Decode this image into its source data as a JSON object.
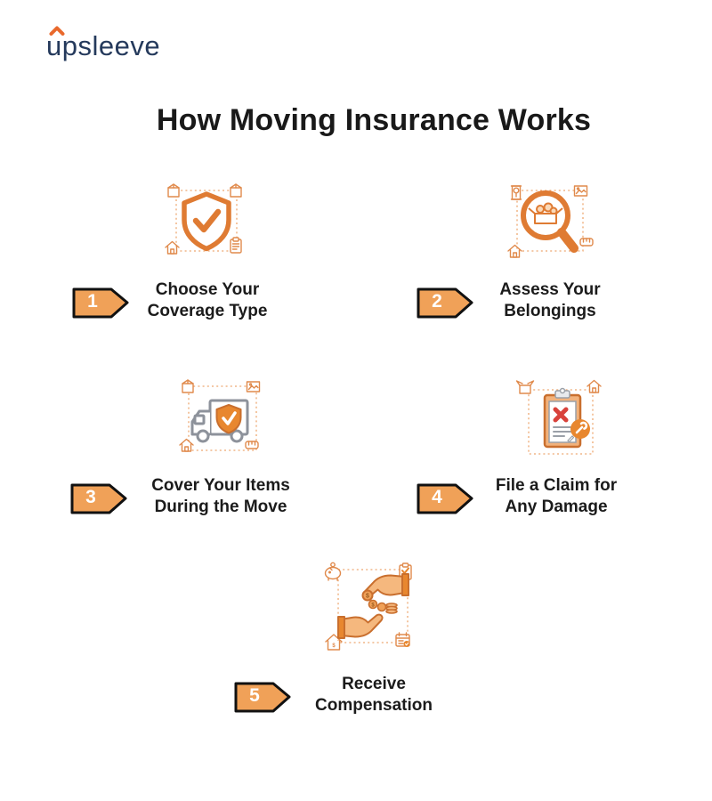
{
  "brand": {
    "logo_text": "upsleeve"
  },
  "header": {
    "title": "How Moving Insurance Works"
  },
  "steps": [
    {
      "number": "1",
      "label_line1": "Choose Your",
      "label_line2": "Coverage Type",
      "icon": "shield-check-icon"
    },
    {
      "number": "2",
      "label_line1": "Assess Your",
      "label_line2": "Belongings",
      "icon": "magnifier-box-icon"
    },
    {
      "number": "3",
      "label_line1": "Cover Your Items",
      "label_line2": "During the Move",
      "icon": "truck-shield-icon"
    },
    {
      "number": "4",
      "label_line1": "File a Claim for",
      "label_line2": "Any Damage",
      "icon": "claim-clipboard-icon"
    },
    {
      "number": "5",
      "label_line1": "Receive",
      "label_line2": "Compensation",
      "icon": "hands-coins-icon"
    }
  ],
  "colors": {
    "accent_orange": "#DF7B33",
    "badge_fill": "#F0A158",
    "badge_border": "#111111",
    "logo_navy": "#253A5C",
    "logo_caret_orange": "#E9692C",
    "title_text": "#191919",
    "error_red": "#D8423B",
    "truck_gray": "#8D929B"
  }
}
